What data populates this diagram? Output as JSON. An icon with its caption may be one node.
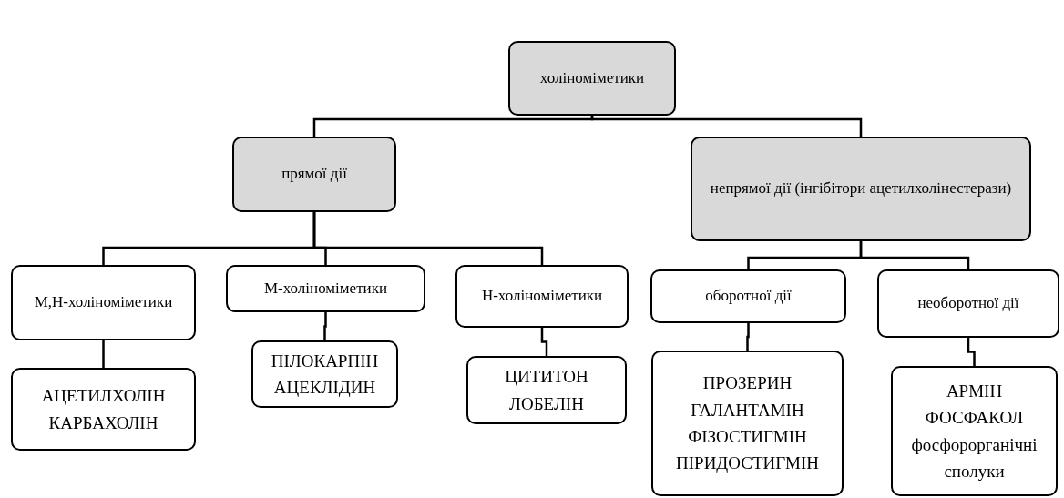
{
  "diagram": {
    "nodes": [
      {
        "text": [
          "холіноміметики"
        ]
      },
      {
        "text": [
          "прямої дії"
        ]
      },
      {
        "text": [
          "непрямої дії (інгібітори ацетилхолінестерази)"
        ]
      },
      {
        "text": [
          "М,Н-холіноміметики"
        ]
      },
      {
        "text": [
          "М-холіноміметики"
        ]
      },
      {
        "text": [
          "Н-холіноміметики"
        ]
      },
      {
        "text": [
          "оборотної дії"
        ]
      },
      {
        "text": [
          "необоротної дії"
        ]
      },
      {
        "text": [
          "АЦЕТИЛХОЛІН КАРБАХОЛІН"
        ]
      },
      {
        "text": [
          "ПІЛОКАРПІН АЦЕКЛІДИН"
        ]
      },
      {
        "text": [
          "ЦИТИТОН ЛОБЕЛІН"
        ]
      },
      {
        "text": [
          "ПРОЗЕРИН ГАЛАНТАМІН ФІЗОСТИГМІН ПІРИДОСТИГМІН"
        ]
      },
      {
        "text": [
          "АРМІН ФОСФАКОЛ фосфорорганічні сполуки"
        ]
      }
    ],
    "edges": [
      {
        "from": 0,
        "to": 1,
        "arrow": "none"
      },
      {
        "from": 0,
        "to": 2,
        "arrow": "none"
      },
      {
        "from": 1,
        "to": 3,
        "arrow": "none"
      },
      {
        "from": 1,
        "to": 4,
        "arrow": "none"
      },
      {
        "from": 1,
        "to": 5,
        "arrow": "none"
      },
      {
        "from": 2,
        "to": 6,
        "arrow": "none"
      },
      {
        "from": 2,
        "to": 7,
        "arrow": "none"
      },
      {
        "from": 3,
        "to": 8,
        "arrow": "none"
      },
      {
        "from": 4,
        "to": 9,
        "arrow": "none"
      },
      {
        "from": 5,
        "to": 10,
        "arrow": "none"
      },
      {
        "from": 6,
        "to": 11,
        "arrow": "none"
      },
      {
        "from": 7,
        "to": 12,
        "arrow": "none"
      }
    ]
  }
}
